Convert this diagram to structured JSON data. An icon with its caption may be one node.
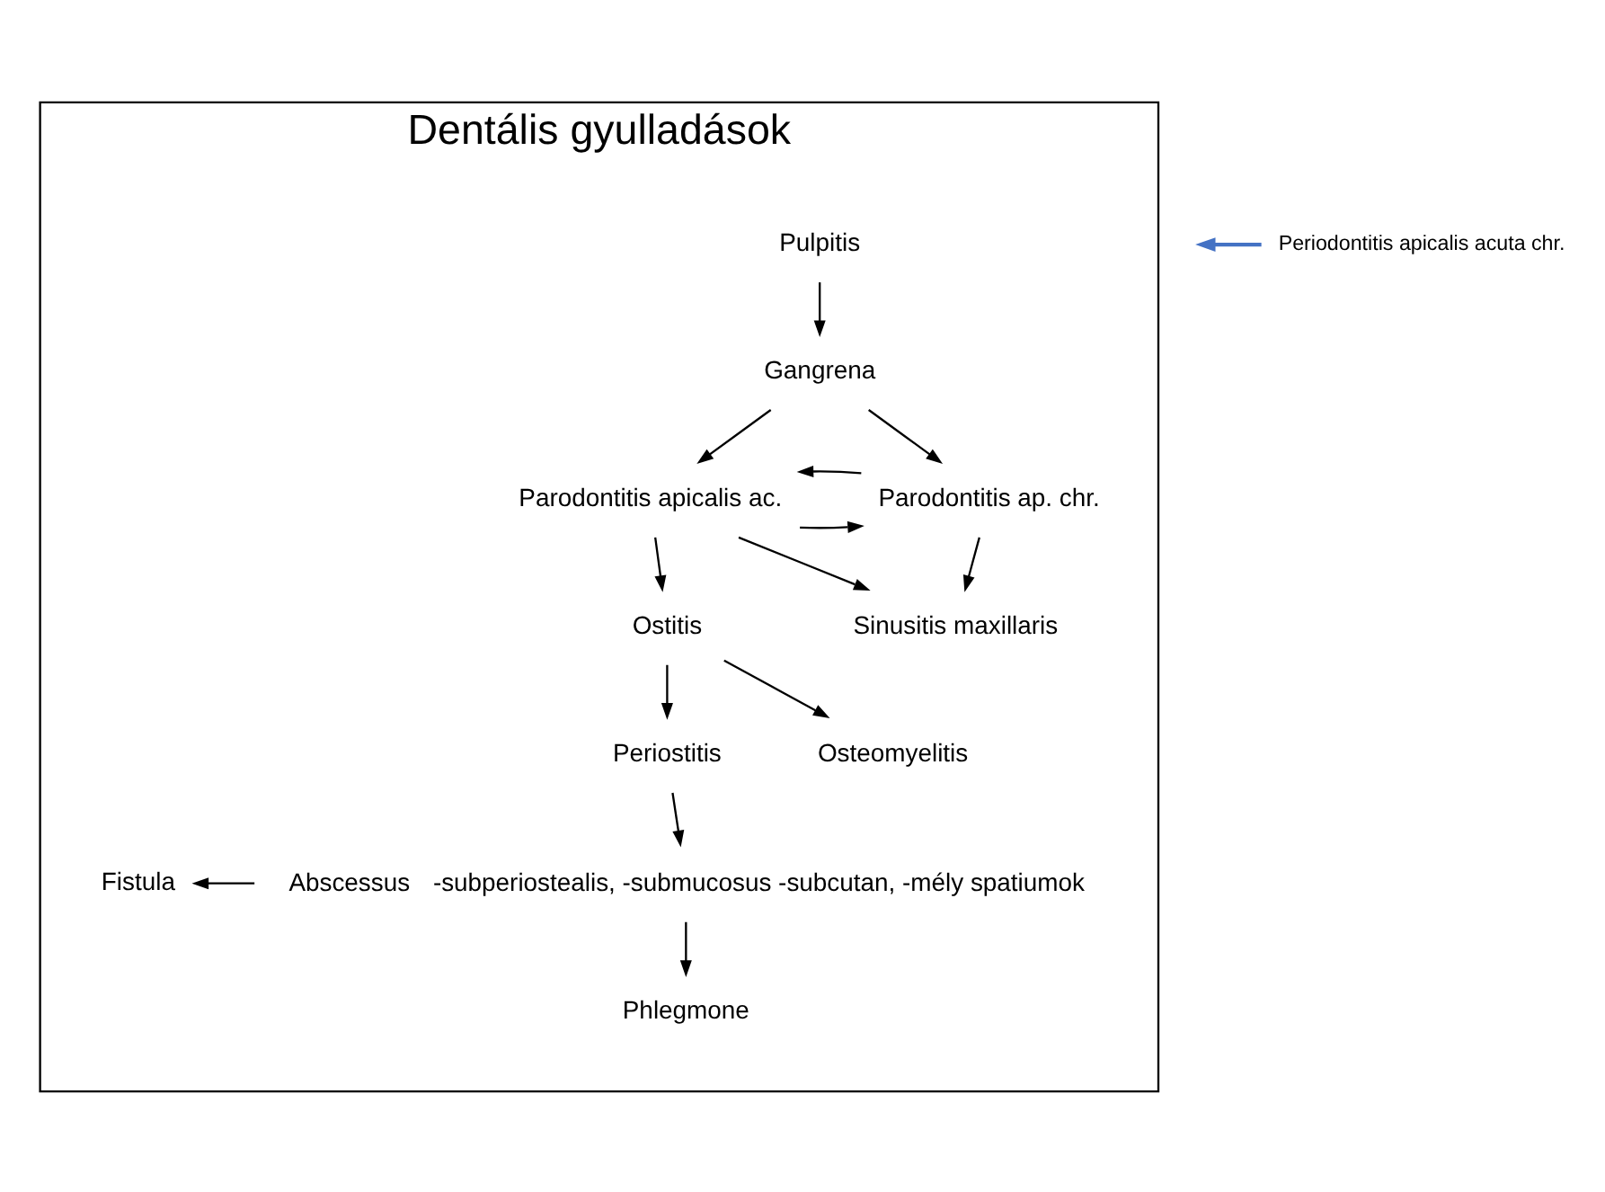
{
  "diagram": {
    "nodes": [
      {
        "text": [
          "Dentális gyulladások"
        ]
      },
      {
        "text": [
          "Pulpitis"
        ],
        "in": 0
      },
      {
        "text": [
          "Gangrena"
        ],
        "in": 0
      },
      {
        "text": [
          "Parodontitis apicalis ac."
        ],
        "in": 0
      },
      {
        "text": [
          "Parodontitis ap. chr."
        ],
        "in": 0
      },
      {
        "text": [
          "Ostitis"
        ],
        "in": 0
      },
      {
        "text": [
          "Sinusitis maxillaris"
        ],
        "in": 0
      },
      {
        "text": [
          "Periostitis"
        ],
        "in": 0
      },
      {
        "text": [
          "Osteomyelitis"
        ],
        "in": 0
      },
      {
        "text": [
          "Fistula"
        ],
        "in": 0
      },
      {
        "text": [
          "Abscessus"
        ],
        "in": 0,
        "beside": [
          "-subperiostealis, -submucosus -subcutan, -mély spatiumok"
        ]
      },
      {
        "text": [
          "Phlegmone"
        ],
        "in": 0
      },
      {
        "text": [
          "Periodontitis apicalis acuta chr."
        ]
      }
    ],
    "edges": [
      {
        "from": 1,
        "to": 2,
        "arrow": "to"
      },
      {
        "from": 2,
        "to": 3,
        "arrow": "to"
      },
      {
        "from": 2,
        "to": 4,
        "arrow": "to"
      },
      {
        "from": 3,
        "to": 4,
        "arrow": "to"
      },
      {
        "from": 4,
        "to": 3,
        "arrow": "to"
      },
      {
        "from": 3,
        "to": 5,
        "arrow": "to"
      },
      {
        "from": 3,
        "to": 6,
        "arrow": "to"
      },
      {
        "from": 4,
        "to": 6,
        "arrow": "to"
      },
      {
        "from": 5,
        "to": 7,
        "arrow": "to"
      },
      {
        "from": 5,
        "to": 8,
        "arrow": "to"
      },
      {
        "from": 7,
        "to": 10,
        "arrow": "to"
      },
      {
        "from": 10,
        "to": 9,
        "arrow": "to"
      },
      {
        "from": 10,
        "to": 11,
        "arrow": "to"
      },
      {
        "from": 12,
        "to": null,
        "arrow": "to",
        "color": "#4472c4"
      }
    ]
  }
}
